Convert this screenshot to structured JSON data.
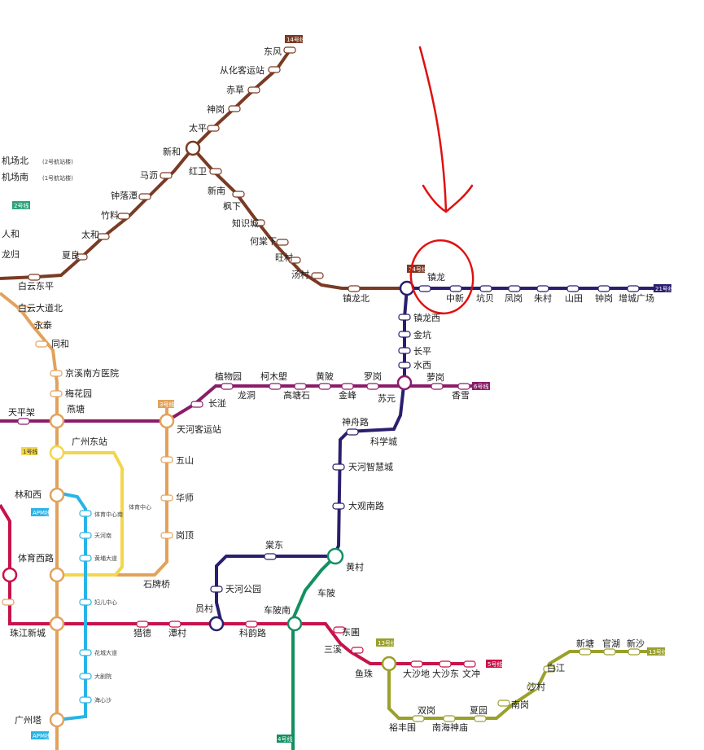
{
  "colors": {
    "line14": "#7a3b24",
    "line21": "#2a1f6e",
    "line6": "#8a1c6a",
    "line3": "#e2a25b",
    "line1": "#f2d64b",
    "line5": "#c8124a",
    "apm": "#29b4e6",
    "line13": "#9aa02a",
    "line4": "#139060",
    "annotation": "#e01010"
  },
  "line_tags": {
    "line14": "14号线",
    "line14b": "14号线",
    "line21": "21号线",
    "line6": "6号线",
    "line3": "3号线",
    "line1": "1号线",
    "line5": "5号线",
    "apm": "APM线",
    "apm_b": "APM线",
    "line13": "13号线",
    "line13b": "13号线",
    "line2": "2号线",
    "line4": "4号线"
  },
  "stations": {
    "dongfeng": "东风",
    "conghua": "从化客运站",
    "chicao": "赤草",
    "shengang": "神岗",
    "taiping": "太平",
    "xinhe": "新和",
    "hongwei": "红卫",
    "xinnan": "新南",
    "fengxia": "枫下",
    "zhishicheng": "知识城",
    "hedongxia": "何棠下",
    "wangcun": "旺村",
    "tangcun": "汤村",
    "zhenlongbei": "镇龙北",
    "zhenlong": "镇龙",
    "zhongxin": "中新",
    "kengbei": "坑贝",
    "fenggang": "凤岗",
    "zhucun": "朱村",
    "shantian": "山田",
    "zhonggang": "钟岗",
    "zengcheng": "增城广场",
    "zhenlongxi": "镇龙西",
    "jinkeng": "金坑",
    "changping": "长平",
    "shuixi": "水西",
    "luogang": "萝岗",
    "xiangxue": "香雪",
    "suyuan": "苏元",
    "luoyuan": "罗岗",
    "jinfeng": "金峰",
    "huangpi": "黄陂",
    "gaotangshi": "高塘石",
    "kemulang": "柯木塱",
    "longdong": "龙洞",
    "zhiwuyuan": "植物园",
    "changban": "长湴",
    "tianhekeyun": "天河客运站",
    "shenzhouroad": "神舟路",
    "kexuecheng": "科学城",
    "tianhezhihui": "天河智慧城",
    "daguannan": "大观南路",
    "zidong": "棠东",
    "huangcun": "黄村",
    "chebei": "车陂",
    "chebeinan": "车陂南",
    "tianhegongyuan": "天河公园",
    "yuancun": "员村",
    "kecun": "科韵路",
    "pazhou": "潭村",
    "liede": "猎德",
    "zhujiang": "珠江新城",
    "dongpu": "东圃",
    "sanxi": "三溪",
    "yuzhu": "鱼珠",
    "dashadi": "大沙地",
    "dashadong": "大沙东",
    "wenchong": "文冲",
    "wushan": "五山",
    "huashi": "华师",
    "gangding": "岗顶",
    "shipaiqiao": "石牌桥",
    "linhexi": "林和西",
    "tiyuxilu": "体育西路",
    "tiyuzhongxin": "体育中心",
    "gzdong": "广州东站",
    "yantang": "燕塘",
    "meihuayuan": "梅花园",
    "jingtai": "京溪南方医院",
    "tonghe": "同和",
    "yongtai": "永泰",
    "baiyundadao": "白云大道北",
    "baiyundongping": "白云东平",
    "xialiang": "夏良",
    "taihe": "太和",
    "zhuliao": "竹料",
    "zhongluotan": "钟落潭",
    "maling": "马沥",
    "airport_n": "机场北",
    "airport_s": "机场南",
    "airport_n_note": "(2号航站楼)",
    "airport_s_note": "(1号航站楼)",
    "renhe": "人和",
    "longgui": "龙归",
    "tianpingjia": "天平架",
    "guangzhouta": "广州塔",
    "yujiang": "裕丰围",
    "shuangang": "双岗",
    "nanhaishen": "南海神庙",
    "xiayuan": "夏园",
    "nangang": "南岗",
    "shacun": "沙村",
    "baijiang": "白江",
    "xintang": "新塘",
    "guanhu": "官湖",
    "xinsha": "新沙",
    "apm1": "体育中心南",
    "apm2": "天河南",
    "apm3": "黄埔大道",
    "apm4": "妇儿中心",
    "apm5": "花城大道",
    "apm6": "大剧院",
    "apm7": "海心沙",
    "tiyuzhongxin_apm": "体育中心"
  }
}
